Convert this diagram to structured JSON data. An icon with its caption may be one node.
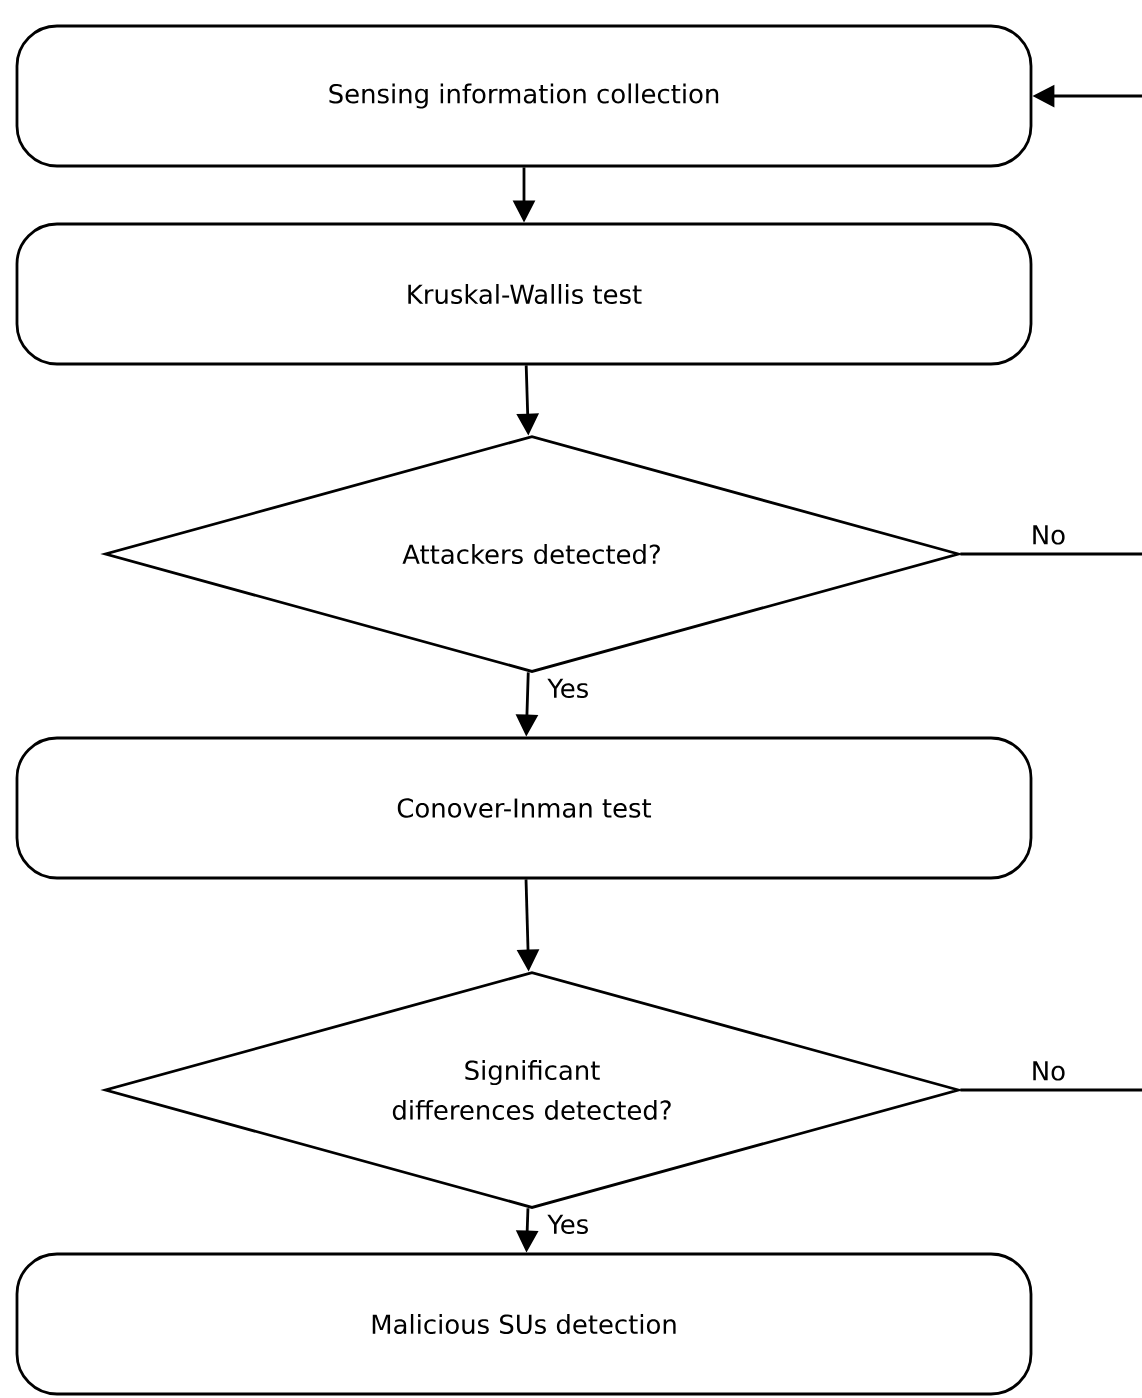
{
  "diagram": {
    "nodes": [
      {
        "text": [
          "Sensing information collection"
        ]
      },
      {
        "text": [
          "Kruskal-Wallis test"
        ]
      },
      {
        "text": [
          "Attackers detected?"
        ]
      },
      {
        "text": [
          "Conover-Inman test"
        ]
      },
      {
        "text": [
          "Significant differences detected?"
        ]
      },
      {
        "text": [
          "Malicious SUs detection"
        ]
      }
    ],
    "edges": [
      {
        "from": 0,
        "to": 1,
        "arrow": "to"
      },
      {
        "from": 1,
        "to": 2,
        "arrow": "to"
      },
      {
        "from": 2,
        "to": 3,
        "arrow": "to",
        "label": "Yes"
      },
      {
        "from": 3,
        "to": 4,
        "arrow": "to"
      },
      {
        "from": 4,
        "to": 5,
        "arrow": "to",
        "label": "Yes"
      },
      {
        "from": 2,
        "to": null,
        "arrow": "none",
        "label": "No"
      },
      {
        "from": 4,
        "to": null,
        "arrow": "none",
        "label": "No"
      },
      {
        "from": null,
        "to": 0,
        "arrow": "to"
      }
    ]
  }
}
